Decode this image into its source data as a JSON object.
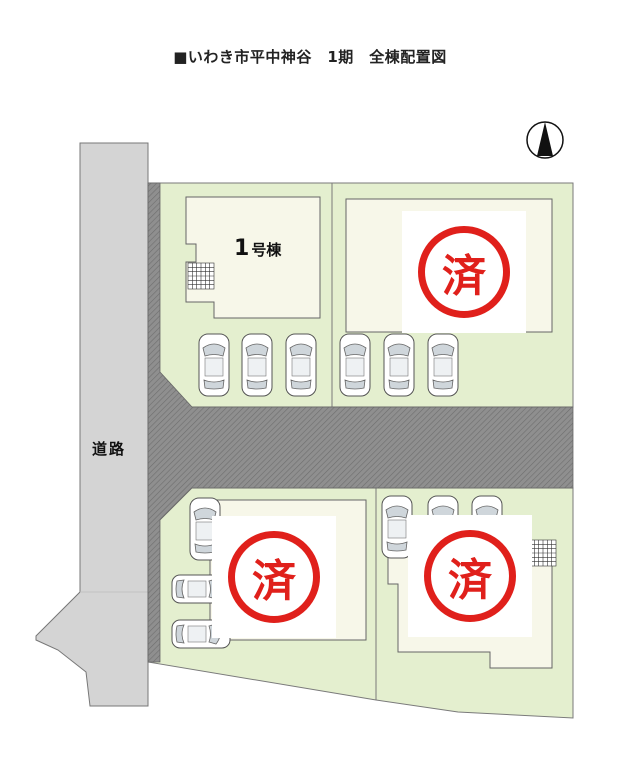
{
  "title": "■いわき市平中神谷　1期　全棟配置図",
  "road_label": "道路",
  "buildings": [
    {
      "number": "1",
      "suffix": "号棟"
    }
  ],
  "sold_mark": "済",
  "sold_count": 3,
  "icons": [
    "north-arrow-icon",
    "car-icon",
    "sold-stamp-icon"
  ],
  "colors": {
    "lot": "#e4efcf",
    "lot_border": "#7a7a7a",
    "building": "#f7f7e9",
    "road_gray": "#d4d4d4",
    "driveway": "#9a9a9a",
    "sold_red": "#e0201b"
  }
}
